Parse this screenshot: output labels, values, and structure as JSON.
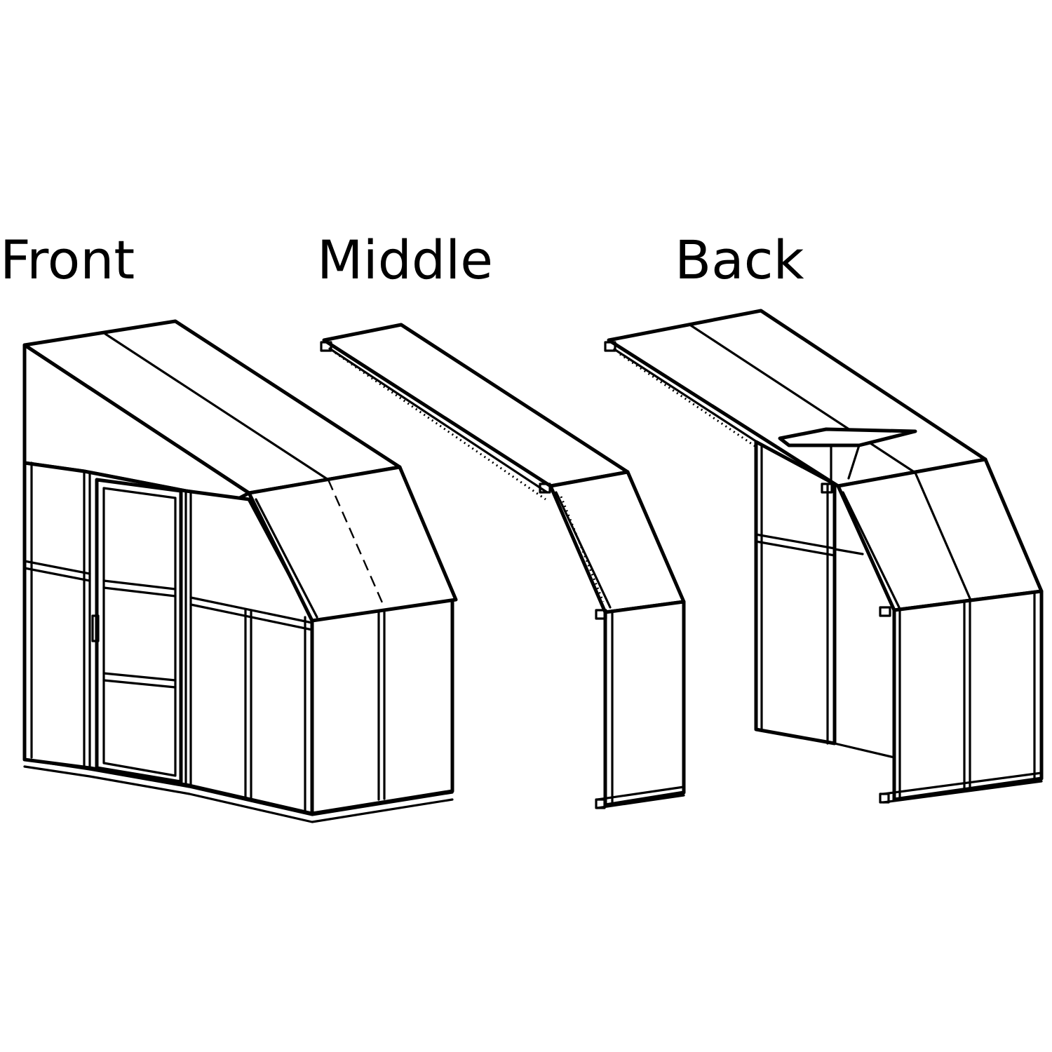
{
  "labels": {
    "front": "Front",
    "middle": "Middle",
    "back": "Back"
  },
  "colors": {
    "line": "#000000",
    "background": "#ffffff"
  }
}
